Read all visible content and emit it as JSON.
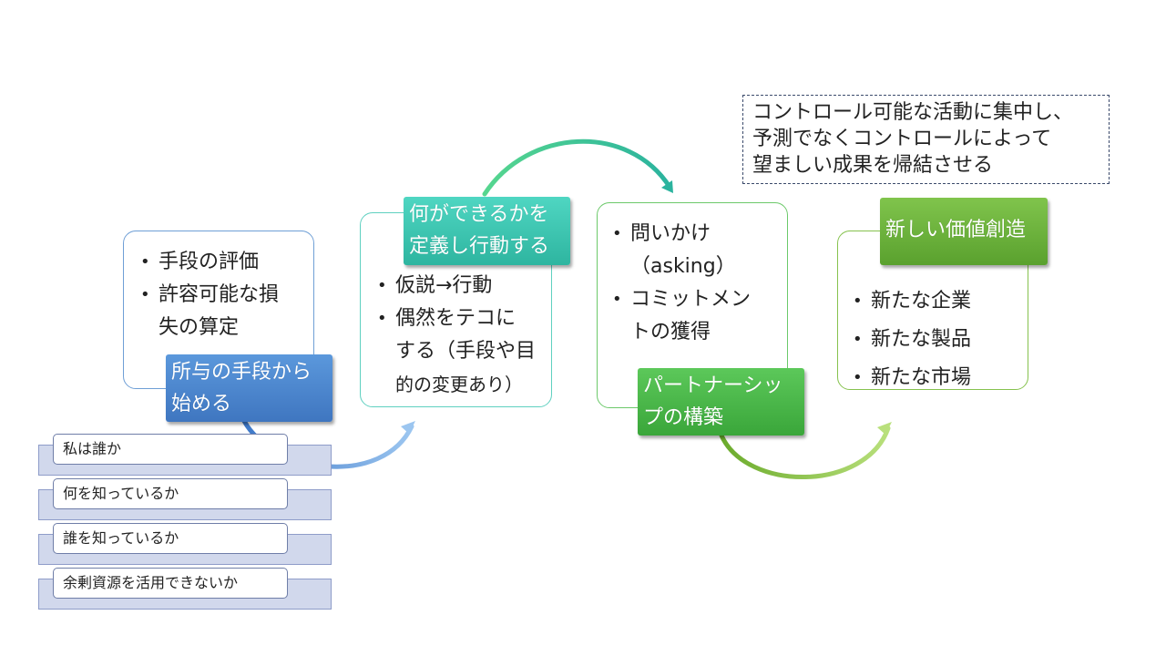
{
  "step1": {
    "bullets": [
      "手段の評価",
      "許容可能な損",
      "失の算定"
    ],
    "label_lines": [
      "所与の手段から",
      "始める"
    ],
    "color": "#4a86cf"
  },
  "step2": {
    "bullets": [
      "仮説→行動",
      "偶然をテコに",
      "する（手段や目",
      "的の変更あり）"
    ],
    "label_lines": [
      "何ができるかを",
      "定義し行動する"
    ],
    "color": "#3cc7b1"
  },
  "step3": {
    "bullets": [
      "問いかけ",
      "（asking）",
      "コミットメン",
      "トの獲得"
    ],
    "label_lines": [
      "パートナーシッ",
      "プの構築"
    ],
    "color": "#4cb84c"
  },
  "step4": {
    "bullets": [
      "新たな企業",
      "新たな製品",
      "新たな市場"
    ],
    "label_lines": [
      "新しい価値創造"
    ],
    "color": "#6cb33f"
  },
  "questions": [
    "私は誰か",
    "何を知っているか",
    "誰を知っているか",
    "余剰資源を活用できないか"
  ],
  "note_lines": [
    "コントロール可能な活動に集中し、",
    "予測でなくコントロールによって",
    "望ましい成果を帰結させる"
  ]
}
